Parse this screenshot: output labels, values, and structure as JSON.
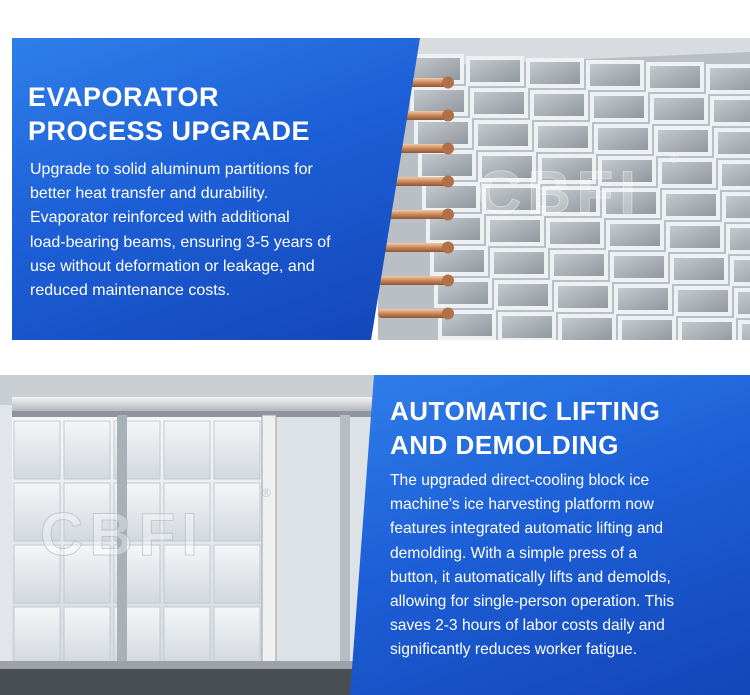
{
  "colors": {
    "panel_blue": "#1d5fd7",
    "panel_blue_light": "#2f7fea",
    "text": "#ffffff"
  },
  "watermark": "CBFI",
  "watermark_mark": "®",
  "section1": {
    "title_lines": [
      "EVAPORATOR",
      "PROCESS UPGRADE"
    ],
    "body_lines": [
      "Upgrade to solid aluminum partitions for",
      "better heat transfer and durability.",
      "Evaporator reinforced with additional",
      "load-bearing beams, ensuring 3-5 years of",
      "use without deformation or leakage, and",
      "reduced maintenance costs."
    ]
  },
  "section2": {
    "title_lines": [
      "AUTOMATIC LIFTING",
      "AND DEMOLDING"
    ],
    "body_lines": [
      "The upgraded direct-cooling block ice",
      "machine's ice harvesting platform now",
      "features integrated automatic lifting and",
      "demolding. With a simple press of a",
      "button, it automatically lifts and demolds,",
      "allowing for single-person operation. This",
      "saves 2-3 hours of labor costs daily and",
      "significantly reduces worker fatigue."
    ]
  }
}
